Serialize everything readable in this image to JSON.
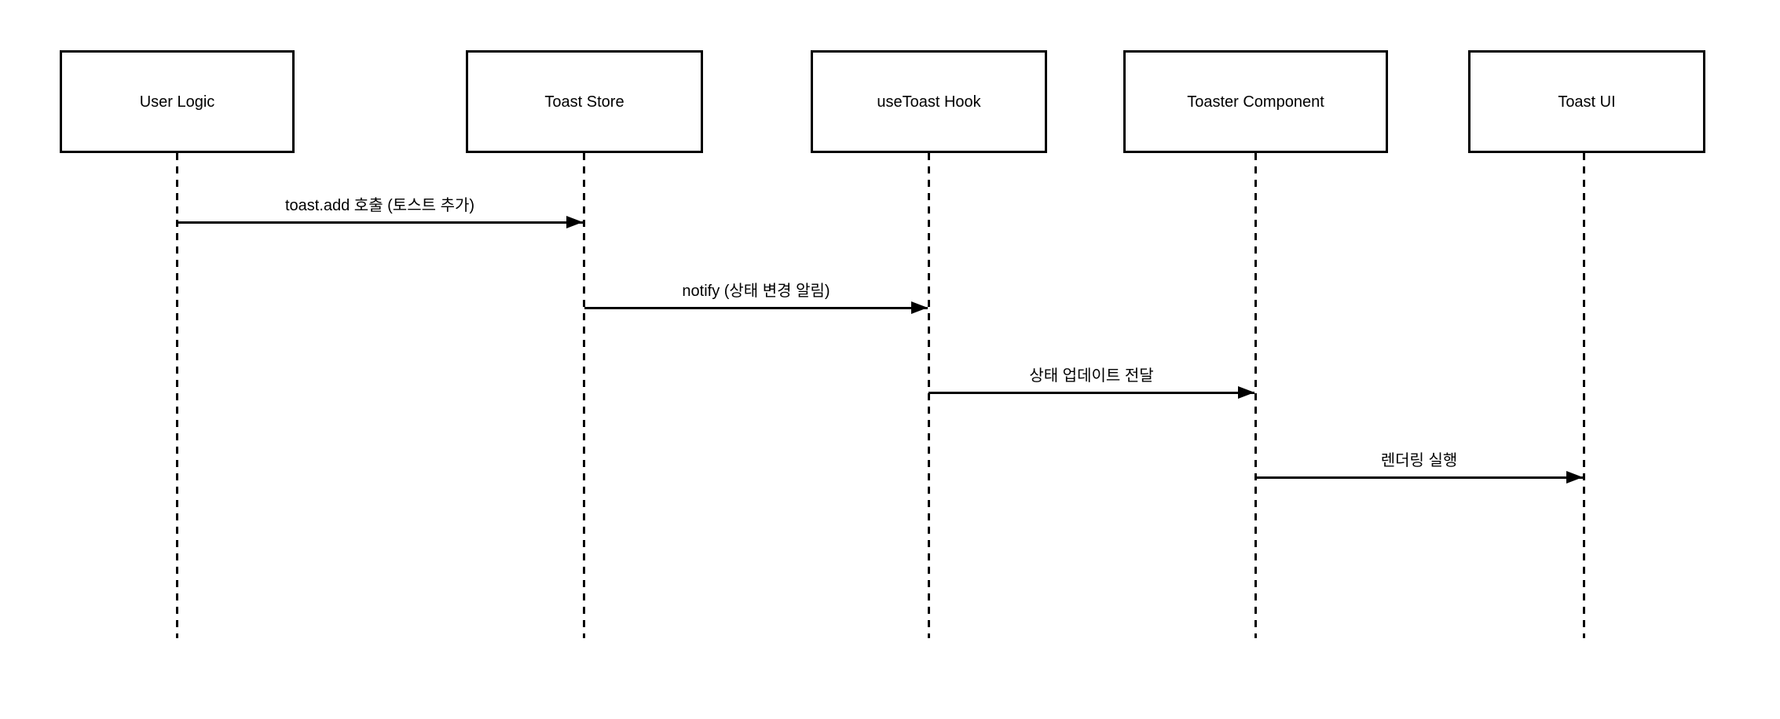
{
  "diagram": {
    "type": "sequence-diagram",
    "background_color": "#ffffff",
    "stroke_color": "#000000",
    "text_color": "#000000",
    "participants": [
      {
        "id": "user-logic",
        "label": "User Logic"
      },
      {
        "id": "toast-store",
        "label": "Toast Store"
      },
      {
        "id": "usetoast-hook",
        "label": "useToast Hook"
      },
      {
        "id": "toaster-component",
        "label": "Toaster Component"
      },
      {
        "id": "toast-ui",
        "label": "Toast UI"
      }
    ],
    "messages": [
      {
        "from": "User Logic",
        "to": "Toast Store",
        "label": "toast.add 호출 (토스트 추가)"
      },
      {
        "from": "Toast Store",
        "to": "useToast Hook",
        "label": "notify (상태 변경 알림)"
      },
      {
        "from": "useToast Hook",
        "to": "Toaster Component",
        "label": "상태 업데이트 전달"
      },
      {
        "from": "Toaster Component",
        "to": "Toast UI",
        "label": "렌더링 실행"
      }
    ]
  }
}
